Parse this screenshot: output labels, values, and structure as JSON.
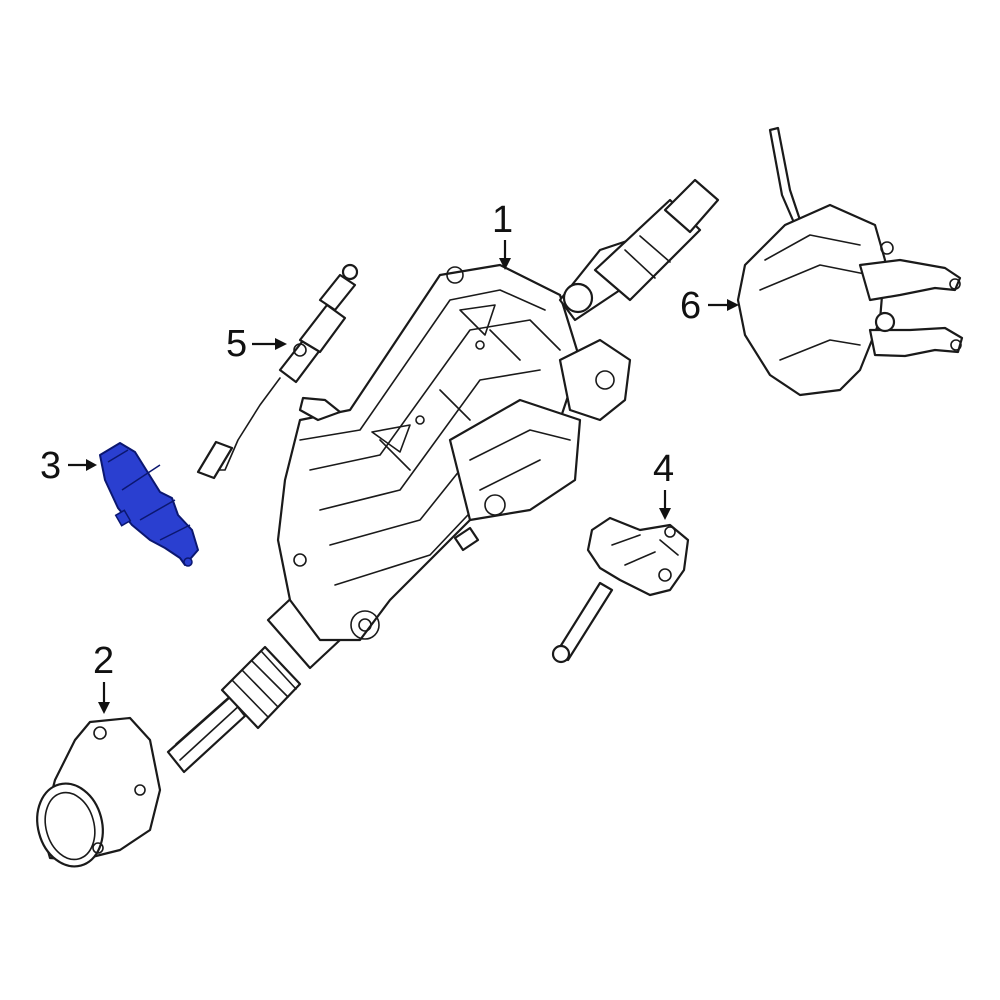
{
  "callouts": [
    {
      "id": "1",
      "label": "1"
    },
    {
      "id": "2",
      "label": "2"
    },
    {
      "id": "3",
      "label": "3"
    },
    {
      "id": "4",
      "label": "4"
    },
    {
      "id": "5",
      "label": "5"
    },
    {
      "id": "6",
      "label": "6"
    }
  ],
  "colors": {
    "highlight": "#2a3fd0",
    "highlight_stroke": "#0b1770",
    "line": "#1a1a1a"
  }
}
